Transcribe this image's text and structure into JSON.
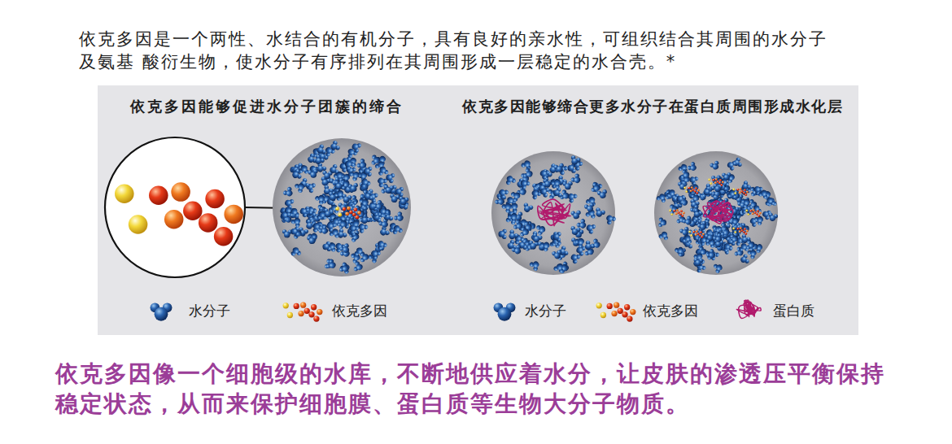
{
  "diagram": {
    "title": "依克多因是一个两性、水结合的有机分子，具有良好的亲水性，可组织结合其周围的水分子及氨基 酸衍生物，使水分子有序排列在其周围形成一层稳定的水合壳。*",
    "caption": "依克多因像一个细胞级的水库，不断地供应着水分，让皮肤的渗透压平衡保持 稳定状态，从而来保护细胞膜、蛋白质等生物大分子物质。",
    "nodes": [
      {
        "text": [
          "依克多因能够促进水分子团簇的缔合",
          "依克多因能够缔合更多水分子在蛋白质周围形成水化层"
        ]
      }
    ],
    "legend": [
      {
        "text": "水分子"
      },
      {
        "text": "依克多因"
      },
      {
        "text": "水分子"
      },
      {
        "text": "依克多因"
      },
      {
        "text": "蛋白质"
      }
    ]
  }
}
